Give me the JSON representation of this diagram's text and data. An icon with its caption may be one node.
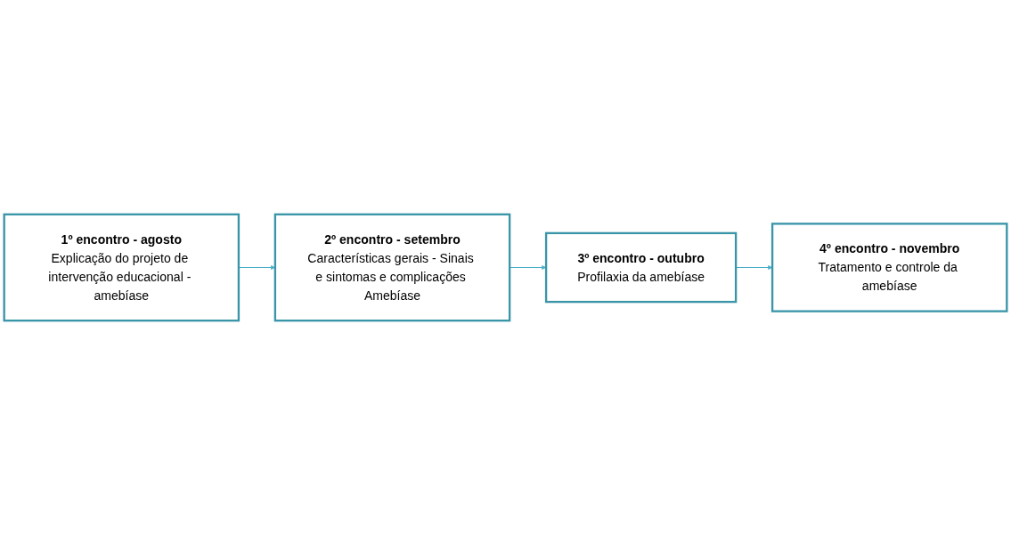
{
  "diagram": {
    "nodes": [
      {
        "text": [
          "1º encontro - agosto",
          "Explicação do projeto de intervenção educacional - amebíase"
        ]
      },
      {
        "text": [
          "2º encontro - setembro",
          "Características gerais - Sinais e sintomas e complicações Amebíase"
        ]
      },
      {
        "text": [
          "3º encontro - outubro",
          "Profilaxia da amebíase"
        ]
      },
      {
        "text": [
          "4º encontro - novembro",
          "Tratamento e controle da amebíase"
        ]
      }
    ],
    "edges": [
      {
        "from": 0,
        "to": 1,
        "arrow": "to"
      },
      {
        "from": 1,
        "to": 2,
        "arrow": "to"
      },
      {
        "from": 2,
        "to": 3,
        "arrow": "to"
      }
    ]
  }
}
